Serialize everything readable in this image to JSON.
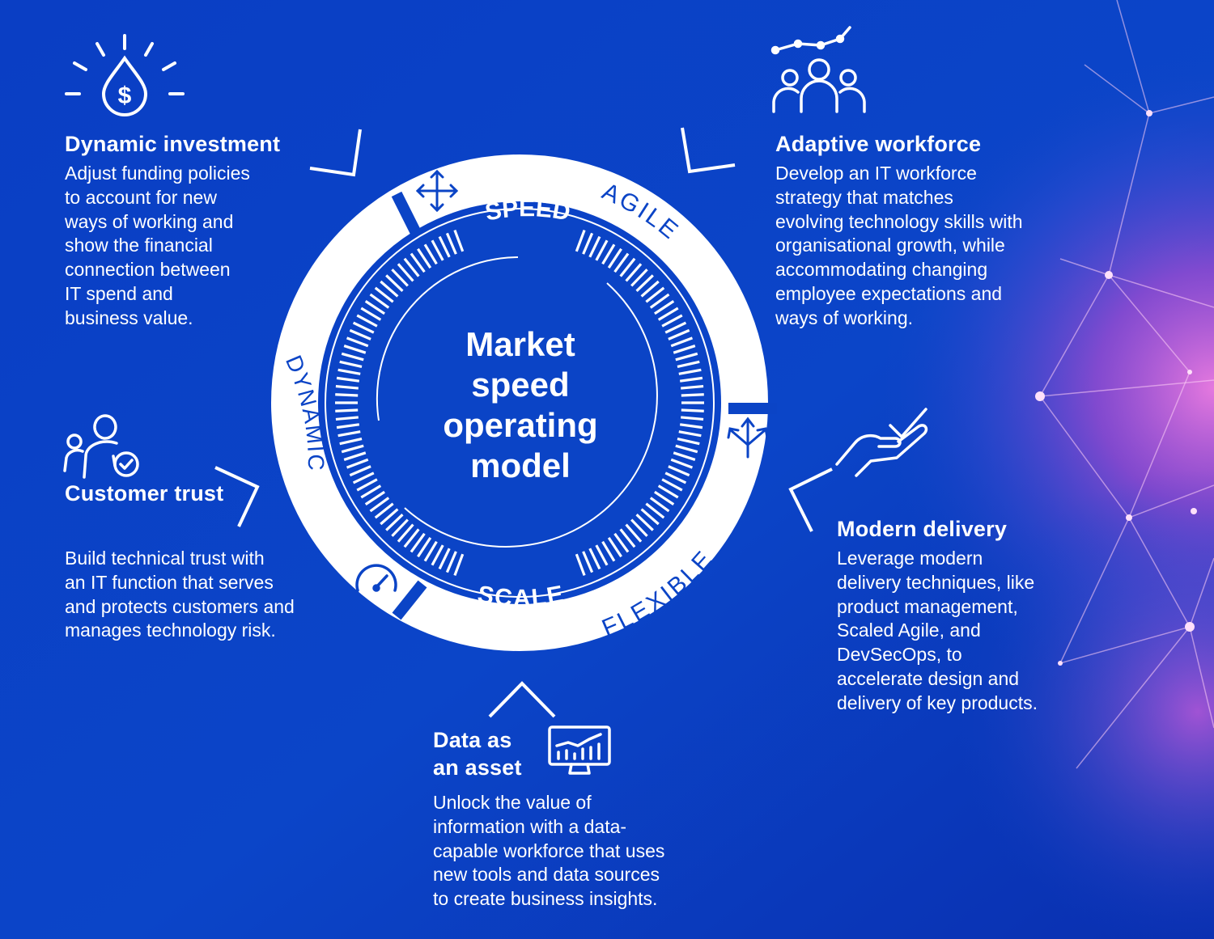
{
  "colors": {
    "background": "#0a3fc0",
    "background_dark": "#0626a8",
    "accent_pink": "#f05ad8",
    "ring": "#ffffff",
    "text": "#ffffff"
  },
  "center": {
    "lines": [
      "Market",
      "speed",
      "operating",
      "model"
    ]
  },
  "ring_labels": {
    "inner_top": "SPEED",
    "inner_bottom": "SCALE",
    "outer_agile": "AGILE",
    "outer_dynamic": "DYNAMIC",
    "outer_flexible": "FLEXIBLE"
  },
  "sections": {
    "dynamic_investment": {
      "icon": "money-drop-icon",
      "title": "Dynamic investment",
      "lines": [
        "Adjust funding policies",
        "to account for new",
        "ways of working and",
        "show the financial",
        "connection between",
        "IT spend and",
        "business value."
      ]
    },
    "adaptive_workforce": {
      "icon": "team-growth-icon",
      "title": "Adaptive workforce",
      "lines": [
        "Develop an IT workforce",
        "strategy that matches",
        "evolving technology skills with",
        "organisational growth, while",
        "accommodating changing",
        "employee expectations and",
        "ways of working."
      ]
    },
    "customer_trust": {
      "icon": "verified-people-icon",
      "title": "Customer trust",
      "lines": [
        "Build technical trust with",
        "an IT function that serves",
        "and protects customers and",
        "manages technology risk."
      ]
    },
    "modern_delivery": {
      "icon": "hand-check-icon",
      "title": "Modern delivery",
      "lines": [
        "Leverage modern",
        "delivery techniques, like",
        "product management,",
        "Scaled Agile, and",
        "DevSecOps, to",
        "accelerate design and",
        "delivery of key products."
      ]
    },
    "data_asset": {
      "icon": "monitor-chart-icon",
      "title_lines": [
        "Data as",
        "an asset"
      ],
      "lines": [
        "Unlock the value of",
        "information with a data-",
        "capable workforce that uses",
        "new tools and data sources",
        "to create business insights."
      ]
    }
  }
}
